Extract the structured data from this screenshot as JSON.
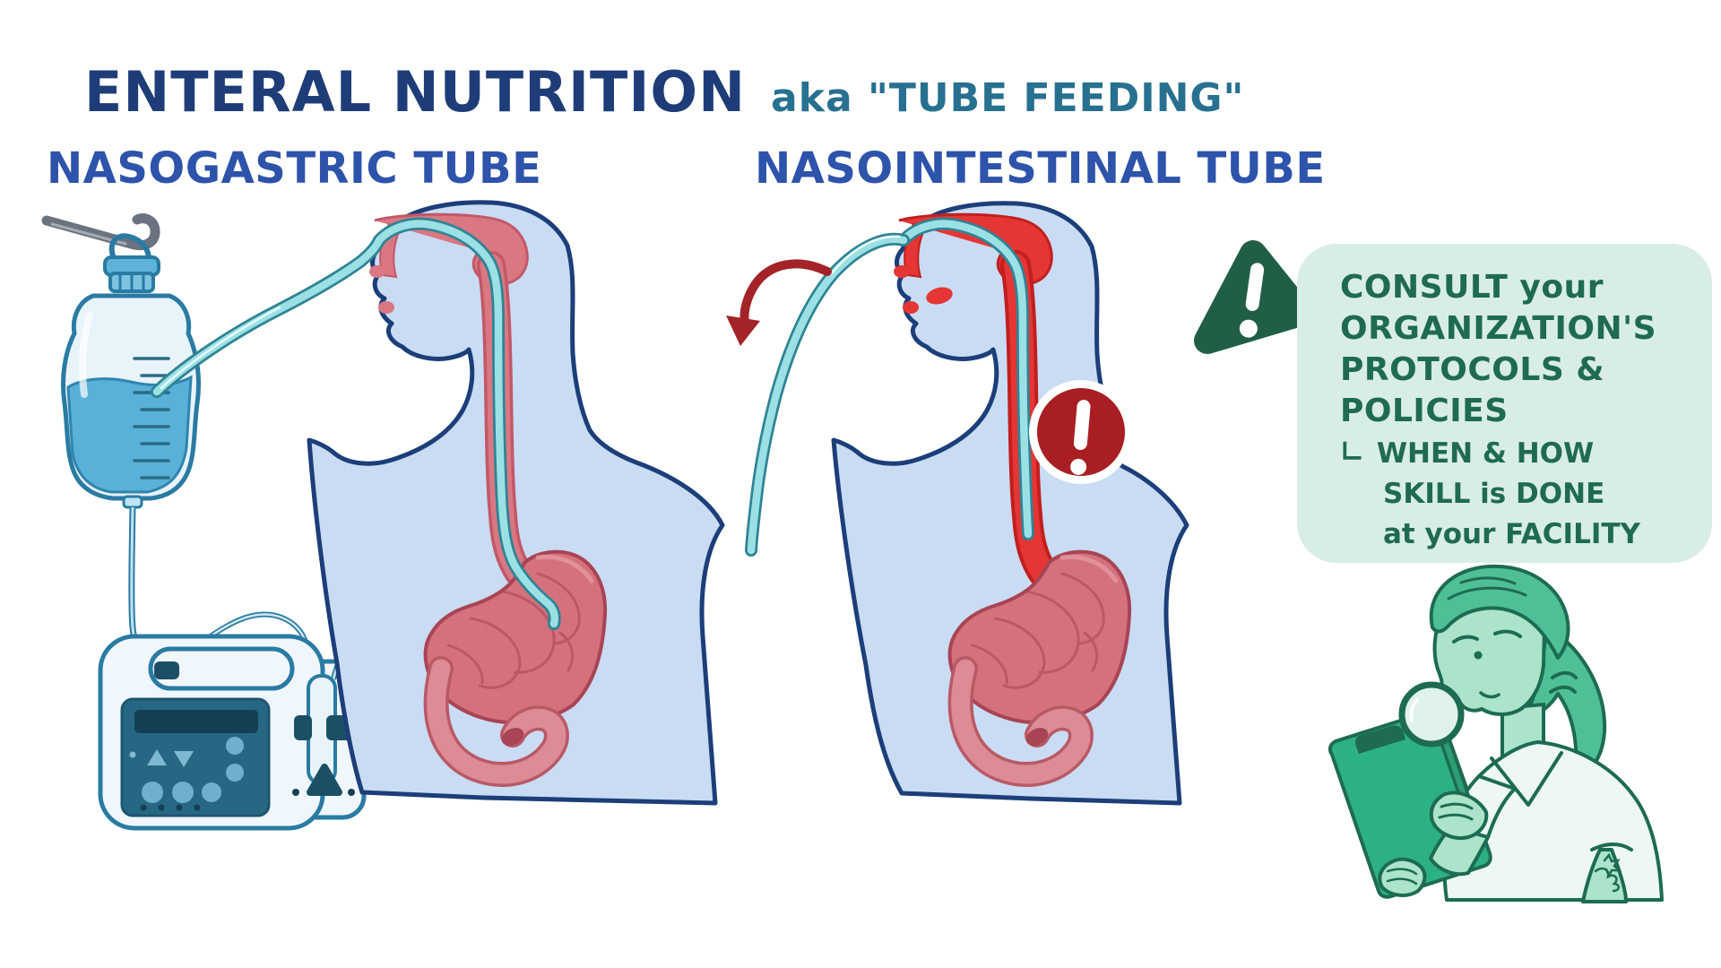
{
  "header": {
    "title": "ENTERAL NUTRITION",
    "title_suffix": "aka \"TUBE FEEDING\""
  },
  "panels": {
    "left_label": "NASOGASTRIC TUBE",
    "right_label": "NASOINTESTINAL TUBE"
  },
  "consult_note": {
    "line1": "CONSULT your",
    "line2": "ORGANIZATION'S",
    "line3": "PROTOCOLS &",
    "line4": "POLICIES",
    "elbow_glyph": "∟",
    "sub_line1": "WHEN & HOW",
    "sub_line2": "SKILL is DONE",
    "sub_line3": "at your FACILITY"
  },
  "icons": {
    "warning_triangle": "!",
    "alert_circle": "!"
  },
  "colors": {
    "title_navy": "#1e3d78",
    "subtitle_blue": "#2d53ab",
    "teal_text": "#27708f",
    "body_fill": "#c9dcf4",
    "body_outline": "#1c3e79",
    "esophagus_pink": "#d97783",
    "esophagus_red": "#e53535",
    "tube_teal": "#9be0e4",
    "tube_outline": "#2f8494",
    "stomach_pink": "#d4717d",
    "stomach_dark": "#a84454",
    "warning_red": "#a91e22",
    "warning_green": "#215e46",
    "note_bg": "#d9ede7",
    "note_text": "#1f6b52",
    "nurse_green": "#4fc096",
    "nurse_skin": "#abe3cb",
    "scrubs": "#ecf8f1",
    "device_blue": "#2a7ba3",
    "device_fill": "#f0f7fc",
    "panel_teal": "#266884",
    "formula_liquid": "#59b0d8"
  }
}
